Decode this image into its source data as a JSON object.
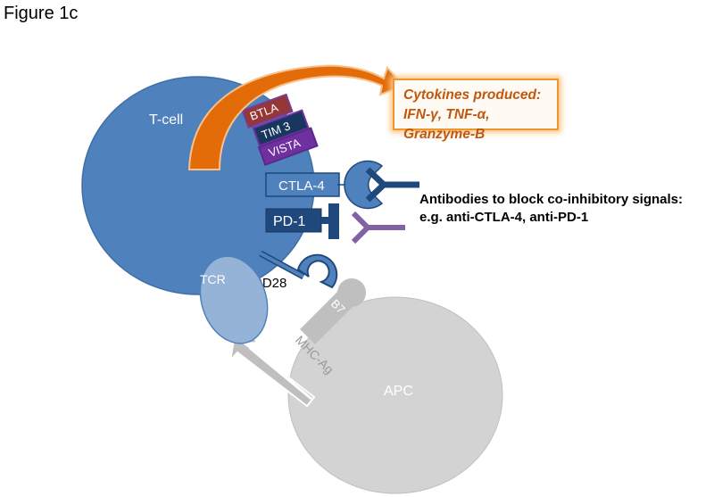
{
  "figure_title": "Figure 1c",
  "tcell": {
    "label": "T-cell"
  },
  "apc": {
    "label": "APC"
  },
  "receptors": {
    "btla": "BTLA",
    "tim3": "TIM 3",
    "vista": "VISTA",
    "ctla4": "CTLA-4",
    "pd1": "PD-1",
    "tcr": "TCR",
    "cd28": "CD28",
    "b7": "B7",
    "mhc": "MHC-Ag"
  },
  "cytokines": {
    "line1": "Cytokines produced:",
    "line2": "IFN-γ, TNF-α, Granzyme-B"
  },
  "antibodies": {
    "line1": "Antibodies to block co-inhibitory signals:",
    "line2": "e.g. anti-CTLA-4, anti-PD-1"
  },
  "colors": {
    "tcell": "#4f81bd",
    "apc": "#d3d3d3",
    "receptor_dark": "#1f497d",
    "antibody_purple": "#8064a2",
    "arrow_orange": "#e36c09"
  }
}
